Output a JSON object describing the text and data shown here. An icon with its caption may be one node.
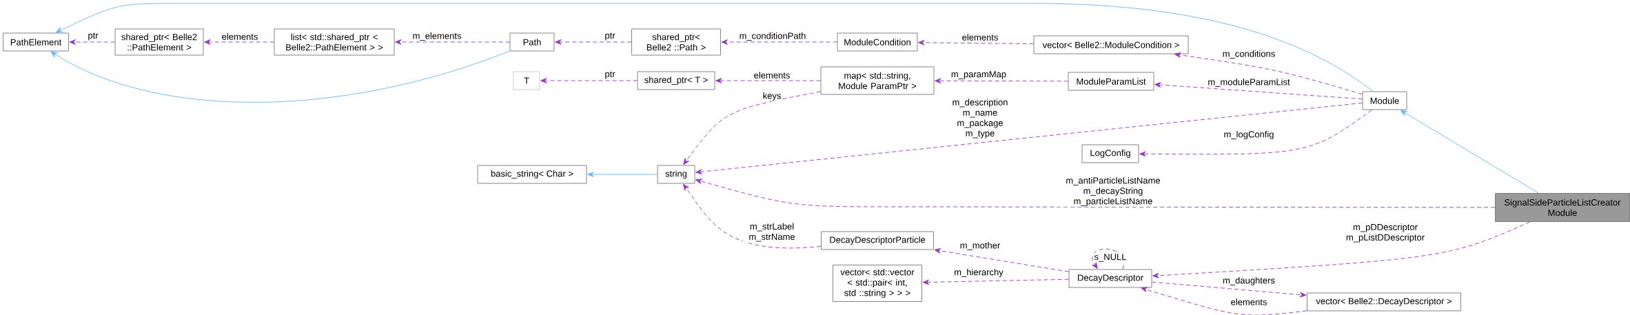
{
  "diagram": {
    "nodes": [
      {
        "text": [
          "PathElement"
        ]
      },
      {
        "text": [
          "shared_ptr< Belle2 ::PathElement >"
        ]
      },
      {
        "text": [
          "list< std::shared_ptr < Belle2::PathElement > >"
        ]
      },
      {
        "text": [
          "Path"
        ]
      },
      {
        "text": [
          "shared_ptr< Belle2 ::Path >"
        ]
      },
      {
        "text": [
          "ModuleCondition"
        ]
      },
      {
        "text": [
          "vector< Belle2::ModuleCondition >"
        ]
      },
      {
        "text": [
          "T"
        ]
      },
      {
        "text": [
          "shared_ptr< T >"
        ]
      },
      {
        "text": [
          "map< std::string, Module ParamPtr >"
        ]
      },
      {
        "text": [
          "ModuleParamList"
        ]
      },
      {
        "text": [
          "Module"
        ]
      },
      {
        "text": [
          "LogConfig"
        ]
      },
      {
        "text": [
          "basic_string< Char >"
        ]
      },
      {
        "text": [
          "string"
        ]
      },
      {
        "text": [
          "SignalSideParticleListCreator Module"
        ]
      },
      {
        "text": [
          "DecayDescriptorParticle"
        ]
      },
      {
        "text": [
          "vector< std::vector < std::pair< int, std ::string > > >"
        ]
      },
      {
        "text": [
          "DecayDescriptor"
        ]
      },
      {
        "text": [
          "vector< Belle2::DecayDescriptor >"
        ]
      }
    ],
    "edges": [
      {
        "from": 3,
        "to": 0,
        "arrow": "to",
        "color": "#63b8ff"
      },
      {
        "from": 11,
        "to": 0,
        "arrow": "to",
        "color": "#63b8ff"
      },
      {
        "from": 15,
        "to": 11,
        "arrow": "to",
        "color": "#63b8ff"
      },
      {
        "from": 14,
        "to": 13,
        "arrow": "to",
        "color": "#63b8ff"
      },
      {
        "from": 1,
        "to": 0,
        "arrow": "to",
        "label": "ptr",
        "style": "dashed"
      },
      {
        "from": 2,
        "to": 1,
        "arrow": "to",
        "label": "elements",
        "style": "dashed"
      },
      {
        "from": 3,
        "to": 2,
        "arrow": "to",
        "label": "m_elements",
        "style": "dashed"
      },
      {
        "from": 4,
        "to": 3,
        "arrow": "to",
        "label": "ptr",
        "style": "dashed"
      },
      {
        "from": 5,
        "to": 4,
        "arrow": "to",
        "label": "m_conditionPath",
        "style": "dashed"
      },
      {
        "from": 6,
        "to": 5,
        "arrow": "to",
        "label": "elements",
        "style": "dashed"
      },
      {
        "from": 11,
        "to": 6,
        "arrow": "to",
        "label": "m_conditions",
        "style": "dashed"
      },
      {
        "from": 8,
        "to": 7,
        "arrow": "to",
        "label": "ptr",
        "style": "dashed"
      },
      {
        "from": 9,
        "to": 8,
        "arrow": "to",
        "label": "elements",
        "style": "dashed"
      },
      {
        "from": 10,
        "to": 9,
        "arrow": "to",
        "label": "m_paramMap",
        "style": "dashed"
      },
      {
        "from": 11,
        "to": 10,
        "arrow": "to",
        "label": "m_moduleParamList",
        "style": "dashed"
      },
      {
        "from": 9,
        "to": 14,
        "arrow": "to",
        "label": "keys",
        "style": "dashed"
      },
      {
        "from": 11,
        "to": 14,
        "arrow": "to",
        "label": "m_description m_name m_package m_type",
        "style": "dashed"
      },
      {
        "from": 11,
        "to": 12,
        "arrow": "to",
        "label": "m_logConfig",
        "style": "dashed"
      },
      {
        "from": 15,
        "to": 14,
        "arrow": "to",
        "label": "m_antiParticleListName m_decayString m_particleListName",
        "style": "dashed"
      },
      {
        "from": 16,
        "to": 14,
        "arrow": "to",
        "label": "m_strLabel m_strName",
        "style": "dashed"
      },
      {
        "from": 18,
        "to": 16,
        "arrow": "to",
        "label": "m_mother",
        "style": "dashed"
      },
      {
        "from": 18,
        "to": 17,
        "arrow": "to",
        "label": "m_hierarchy",
        "style": "dashed"
      },
      {
        "from": 18,
        "to": 18,
        "arrow": "to",
        "label": "s_NULL",
        "style": "dashed"
      },
      {
        "from": 15,
        "to": 18,
        "arrow": "to",
        "label": "m_pDDescriptor m_pListDDescriptor",
        "style": "dashed"
      },
      {
        "from": 18,
        "to": 19,
        "arrow": "to",
        "label": "m_daughters",
        "style": "dashed"
      },
      {
        "from": 19,
        "to": 18,
        "arrow": "to",
        "label": "elements",
        "style": "dashed"
      }
    ]
  }
}
